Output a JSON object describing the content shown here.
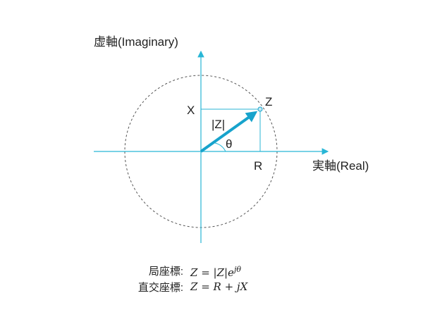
{
  "labels": {
    "imag_axis": "虚軸(Imaginary)",
    "real_axis": "実軸(Real)",
    "x": "X",
    "z": "Z",
    "mag": "|Z|",
    "theta": "θ",
    "r": "R"
  },
  "formulas": {
    "polar_label": "局座標:",
    "polar_expr": "Z =  |Z|e",
    "polar_exp": "jθ",
    "rect_label": "直交座標:",
    "rect_expr": "Z = R + jX"
  },
  "colors": {
    "axis": "#29b6d6",
    "vector": "#17a3cc",
    "circle": "#555555"
  }
}
